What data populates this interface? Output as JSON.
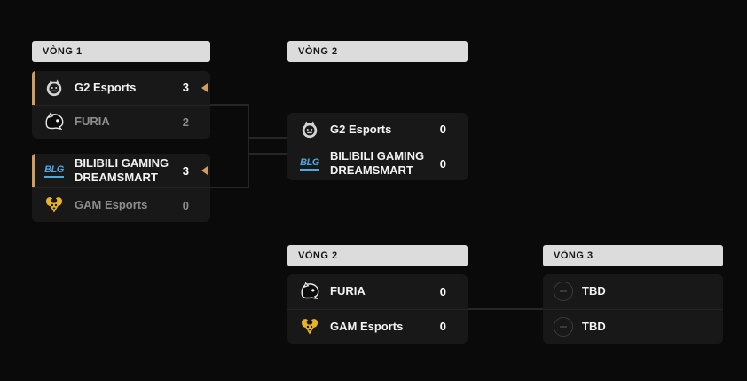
{
  "headers": [
    {
      "label": "VÒNG 1"
    },
    {
      "label": "VÒNG 2"
    },
    {
      "label": "VÒNG 2"
    },
    {
      "label": "VÒNG 3"
    }
  ],
  "matches": {
    "round1_match1": {
      "team1": {
        "name": "G2 Esports",
        "score": "3",
        "logo": "g2-logo",
        "result": "winner"
      },
      "team2": {
        "name": "FURIA",
        "score": "2",
        "logo": "furia-logo",
        "result": "loser"
      }
    },
    "round1_match2": {
      "team1": {
        "name": "BILIBILI GAMING DREAMSMART",
        "score": "3",
        "logo": "blg-logo",
        "result": "winner"
      },
      "team2": {
        "name": "GAM Esports",
        "score": "0",
        "logo": "gam-logo",
        "result": "loser"
      }
    },
    "round2_upper": {
      "team1": {
        "name": "G2 Esports",
        "score": "0",
        "logo": "g2-logo",
        "result": "pending"
      },
      "team2": {
        "name": "BILIBILI GAMING DREAMSMART",
        "score": "0",
        "logo": "blg-logo",
        "result": "pending"
      }
    },
    "round2_lower": {
      "team1": {
        "name": "FURIA",
        "score": "0",
        "logo": "furia-logo",
        "result": "pending"
      },
      "team2": {
        "name": "GAM Esports",
        "score": "0",
        "logo": "gam-logo",
        "result": "pending"
      }
    },
    "round3_match": {
      "team1": {
        "name": "TBD",
        "logo": "tbd-placeholder-icon",
        "result": "tbd"
      },
      "team2": {
        "name": "TBD",
        "logo": "tbd-placeholder-icon",
        "result": "tbd"
      }
    }
  },
  "icons": {
    "blg_text": "BLG",
    "winner_marker": "left-triangle"
  },
  "colors": {
    "background": "#0a0a0a",
    "card_bg": "#181818",
    "header_bg": "#dcdcdc",
    "header_text": "#161616",
    "accent_gold": "#cf9d62",
    "text_primary": "#f2f2f2",
    "text_muted": "#8d8d8d",
    "row_divider": "#242424",
    "connector": "#262626",
    "blg_blue": "#4fa8e0",
    "gam_gold": "#e8b427"
  }
}
